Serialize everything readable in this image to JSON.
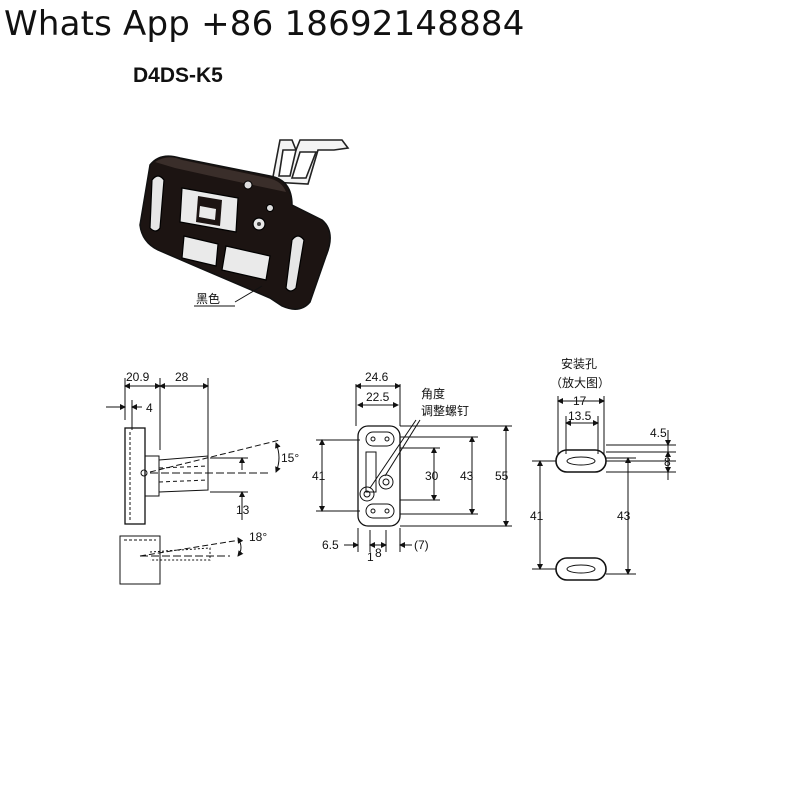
{
  "header": {
    "text": "Whats App +86 18692148884"
  },
  "product": {
    "model": "D4DS-K5",
    "color_label": "黑色"
  },
  "side_view": {
    "dims": {
      "w1": "20.9",
      "w2": "28",
      "offset": "4",
      "angle_top": "15°",
      "height": "13",
      "angle_bottom": "18°"
    }
  },
  "front_view": {
    "dims": {
      "w_outer": "24.6",
      "w_inner": "22.5",
      "h_left": "41",
      "h_mid": "30",
      "h_mid2": "43",
      "h_total": "55",
      "b_left": "6.5",
      "b_mid": "8",
      "b_one": "1",
      "b_right": "(7)"
    },
    "note_line1": "角度",
    "note_line2": "调整螺钉"
  },
  "mount_holes": {
    "title_line1": "安装孔",
    "title_line2": "（放大图）",
    "dims": {
      "w_outer": "17",
      "w_inner": "13.5",
      "h_small": "4.5",
      "h_slot": "8",
      "h_left": "41",
      "h_right": "43"
    }
  }
}
